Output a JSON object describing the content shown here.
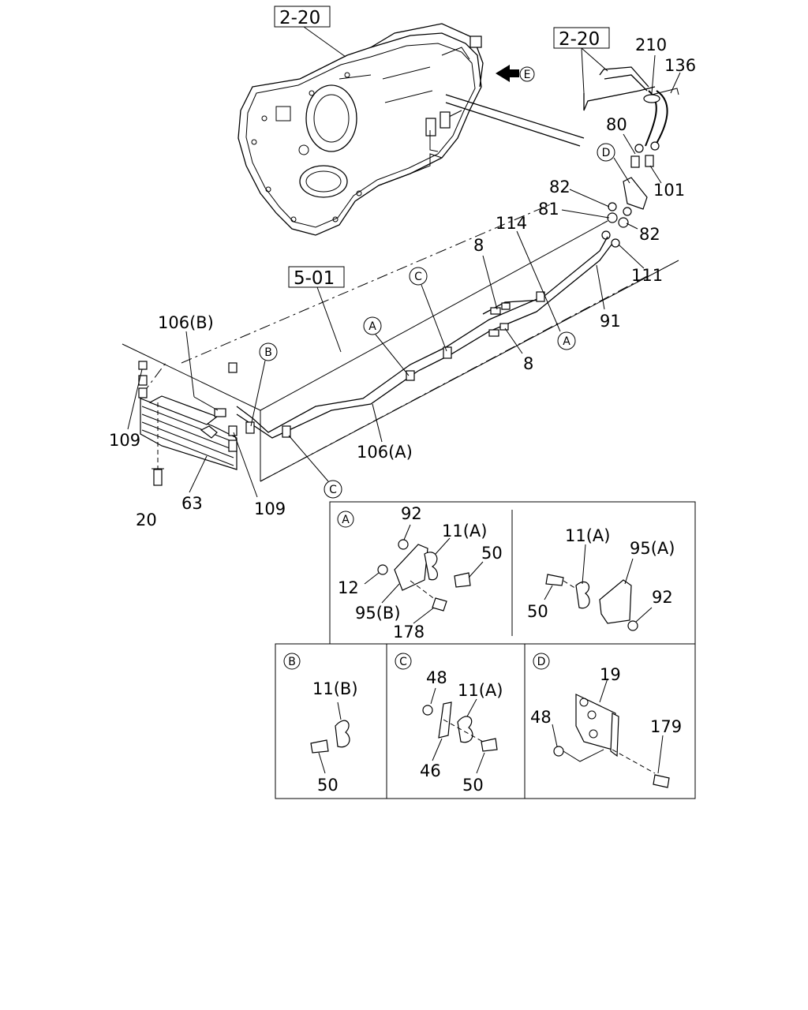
{
  "references": [
    "2-20",
    "2-20",
    "5-01"
  ],
  "view_marker": "E",
  "labels": {
    "p210": "210",
    "p136": "136",
    "p80": "80",
    "p101": "101",
    "p82a": "82",
    "p82b": "82",
    "p81": "81",
    "p114": "114",
    "p111": "111",
    "p91": "91",
    "p8a": "8",
    "p8b": "8",
    "p106b": "106(B)",
    "p106a": "106(A)",
    "p109a": "109",
    "p109b": "109",
    "p63": "63",
    "p20": "20"
  },
  "callouts": {
    "A": "A",
    "B": "B",
    "C": "C",
    "D": "D"
  },
  "detail_A": {
    "tag": "A",
    "left": {
      "p92": "92",
      "p11a": "11(A)",
      "p50": "50",
      "p12": "12",
      "p95b": "95(B)",
      "p178": "178"
    },
    "right": {
      "p11a": "11(A)",
      "p95a": "95(A)",
      "p50": "50",
      "p92": "92"
    }
  },
  "detail_B": {
    "tag": "B",
    "p11b": "11(B)",
    "p50": "50"
  },
  "detail_C": {
    "tag": "C",
    "p48": "48",
    "p11a": "11(A)",
    "p46": "46",
    "p50": "50"
  },
  "detail_D": {
    "tag": "D",
    "p19": "19",
    "p48": "48",
    "p179": "179"
  }
}
